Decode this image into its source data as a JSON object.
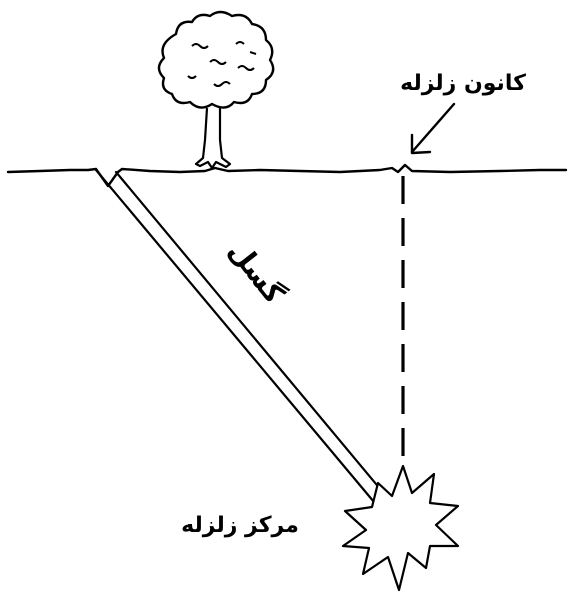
{
  "labels": {
    "epicenter": "کانون زلزله",
    "fault": "گسل",
    "hypocenter": "مرکز زلزله"
  },
  "colors": {
    "ink": "#000000",
    "background": "#ffffff"
  },
  "icons": {
    "tree": "tree-icon",
    "arrow": "arrow-icon",
    "burst": "burst-icon"
  }
}
